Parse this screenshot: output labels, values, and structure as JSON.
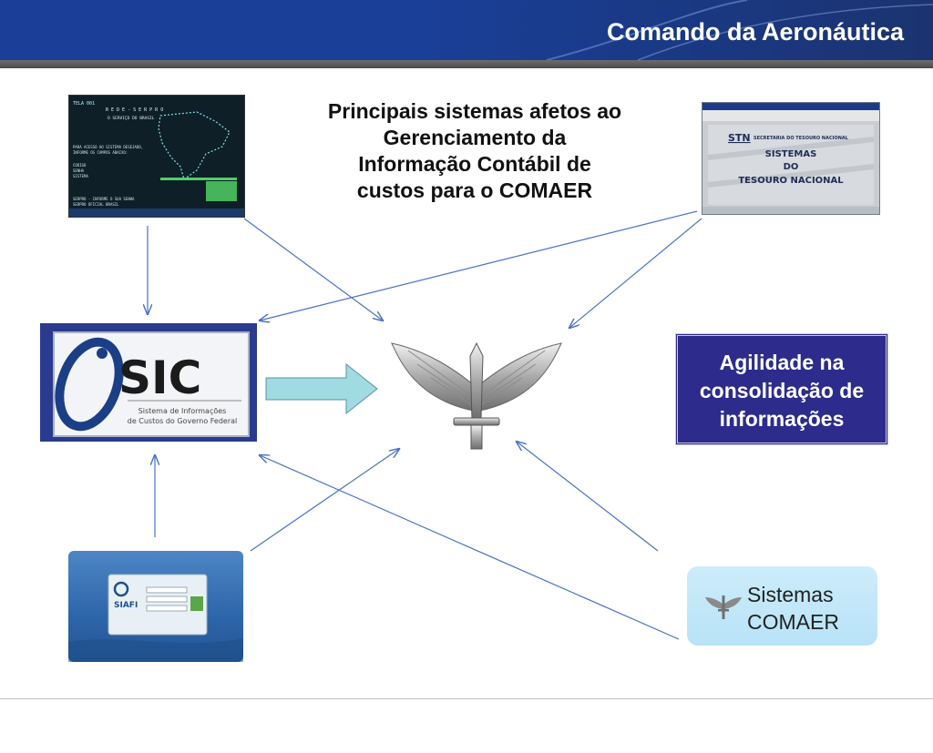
{
  "header": {
    "title": "Comando da Aeronáutica"
  },
  "main_title": {
    "lines": [
      "Principais sistemas afetos ao",
      "Gerenciamento da",
      "Informação Contábil de",
      "custos para o COMAER"
    ]
  },
  "serpro_screen": {
    "title": "R E D E   -   S E R P R O",
    "subtitle": "O SERVIÇO DO BRASIL"
  },
  "stn_screen": {
    "logo": "STN",
    "org": "SECRETARIA DO TESOURO NACIONAL",
    "line1": "SISTEMAS",
    "line2": "DO",
    "line3": "TESOURO NACIONAL"
  },
  "sic": {
    "logo": "SIC",
    "subtitle1": "Sistema de Informações",
    "subtitle2": "de Custos do Governo Federal"
  },
  "siafi": {
    "logo": "SIAFI"
  },
  "agilidade": {
    "lines": [
      "Agilidade na",
      "consolidação de",
      "informações"
    ]
  },
  "comaer_box": {
    "line1": "Sistemas",
    "line2": "COMAER"
  },
  "colors": {
    "header": "#1b3f99",
    "arrow": "#4a72c9",
    "agil_box": "#2d2c8c",
    "comaer_box": "#c4e8f8",
    "block_arrow": "#9fdbe0"
  }
}
